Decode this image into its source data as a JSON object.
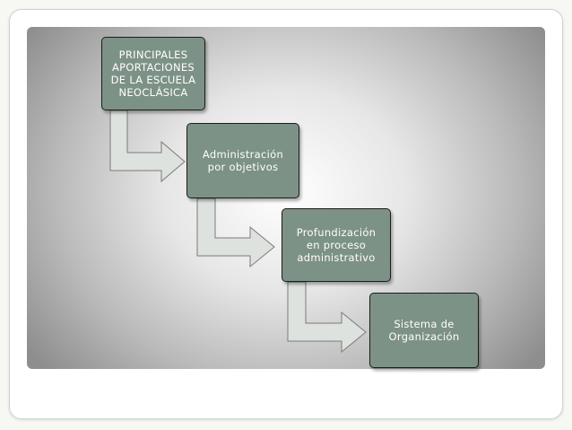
{
  "diagram": {
    "steps": [
      {
        "label": "PRINCIPALES\nAPORTACIONES\nDE LA ESCUELA\nNEOCLÁSICA"
      },
      {
        "label": "Administración\npor objetivos"
      },
      {
        "label": "Profundización\nen proceso\nadministrativo"
      },
      {
        "label": "Sistema de\nOrganización"
      }
    ]
  },
  "colors": {
    "box_fill": "#7d9286",
    "arrow_fill": "#dde2df",
    "box_text": "#ffffff"
  }
}
